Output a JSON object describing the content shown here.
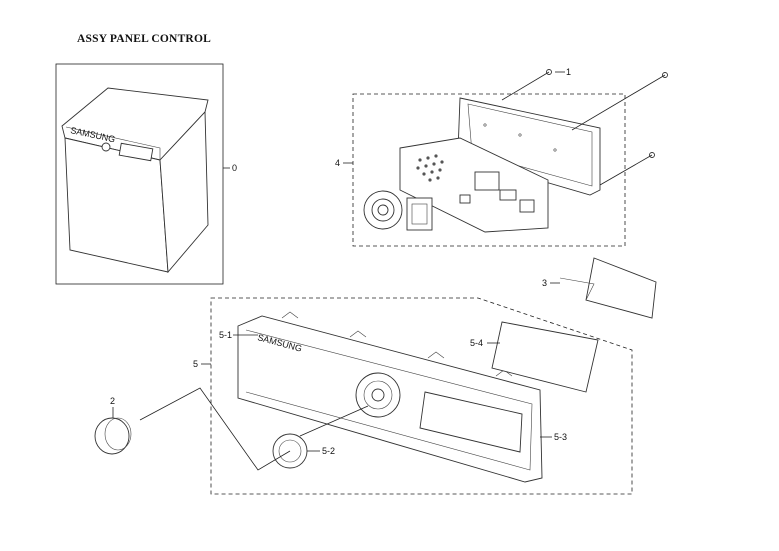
{
  "title": "ASSY PANEL CONTROL",
  "callouts": {
    "c0": "0",
    "c1": "1",
    "c2": "2",
    "c3": "3",
    "c4": "4",
    "c5": "5",
    "c5_1": "5-1",
    "c5_2": "5-2",
    "c5_3": "5-3",
    "c5_4": "5-4"
  },
  "brand_mark": "SAMSUNG",
  "icons": {
    "washer": "washer-illustration",
    "pcb": "pcb-assembly-illustration",
    "screw": "screw-icon",
    "knob": "knob-icon",
    "panel": "control-panel-illustration"
  }
}
